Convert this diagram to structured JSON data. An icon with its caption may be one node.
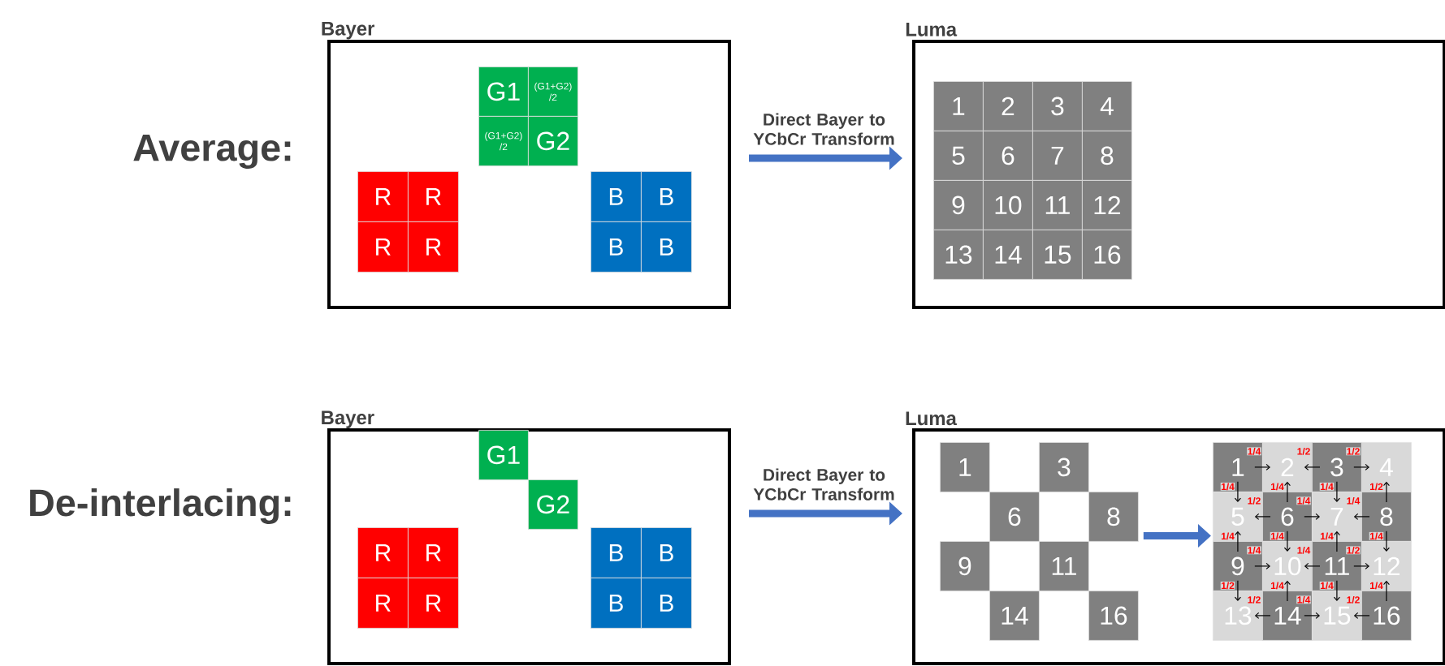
{
  "diagram": {
    "nodes": [
      {
        "text": [
          "Bayer"
        ]
      },
      {
        "text": [
          "G1"
        ],
        "in": 0
      },
      {
        "text": [
          "(G1+G2) /2"
        ],
        "in": 0
      },
      {
        "text": [
          "(G1+G2) /2"
        ],
        "in": 0
      },
      {
        "text": [
          "G2"
        ],
        "in": 0
      },
      {
        "text": [
          "R"
        ],
        "in": 0
      },
      {
        "text": [
          "R"
        ],
        "in": 0
      },
      {
        "text": [
          "R"
        ],
        "in": 0
      },
      {
        "text": [
          "R"
        ],
        "in": 0
      },
      {
        "text": [
          "B"
        ],
        "in": 0
      },
      {
        "text": [
          "B"
        ],
        "in": 0
      },
      {
        "text": [
          "B"
        ],
        "in": 0
      },
      {
        "text": [
          "B"
        ],
        "in": 0
      },
      {
        "text": [
          "Luma"
        ]
      },
      {
        "text": [
          "1"
        ],
        "in": 13
      },
      {
        "text": [
          "2"
        ],
        "in": 13
      },
      {
        "text": [
          "3"
        ],
        "in": 13
      },
      {
        "text": [
          "4"
        ],
        "in": 13
      },
      {
        "text": [
          "5"
        ],
        "in": 13
      },
      {
        "text": [
          "6"
        ],
        "in": 13
      },
      {
        "text": [
          "7"
        ],
        "in": 13
      },
      {
        "text": [
          "8"
        ],
        "in": 13
      },
      {
        "text": [
          "9"
        ],
        "in": 13
      },
      {
        "text": [
          "10"
        ],
        "in": 13
      },
      {
        "text": [
          "11"
        ],
        "in": 13
      },
      {
        "text": [
          "12"
        ],
        "in": 13
      },
      {
        "text": [
          "13"
        ],
        "in": 13
      },
      {
        "text": [
          "14"
        ],
        "in": 13
      },
      {
        "text": [
          "15"
        ],
        "in": 13
      },
      {
        "text": [
          "16"
        ],
        "in": 13
      },
      {
        "text": [
          "Bayer"
        ]
      },
      {
        "text": [
          "G1"
        ],
        "in": 30
      },
      {
        "text": [
          "G2"
        ],
        "in": 30
      },
      {
        "text": [
          "R"
        ],
        "in": 30
      },
      {
        "text": [
          "R"
        ],
        "in": 30
      },
      {
        "text": [
          "R"
        ],
        "in": 30
      },
      {
        "text": [
          "R"
        ],
        "in": 30
      },
      {
        "text": [
          "B"
        ],
        "in": 30
      },
      {
        "text": [
          "B"
        ],
        "in": 30
      },
      {
        "text": [
          "B"
        ],
        "in": 30
      },
      {
        "text": [
          "B"
        ],
        "in": 30
      },
      {
        "text": [
          "Luma"
        ]
      },
      {
        "text": [
          "1"
        ],
        "in": 41
      },
      {
        "text": [
          "3"
        ],
        "in": 41
      },
      {
        "text": [
          "6"
        ],
        "in": 41
      },
      {
        "text": [
          "8"
        ],
        "in": 41
      },
      {
        "text": [
          "9"
        ],
        "in": 41
      },
      {
        "text": [
          "11"
        ],
        "in": 41
      },
      {
        "text": [
          "14"
        ],
        "in": 41
      },
      {
        "text": [
          "16"
        ],
        "in": 41
      },
      {
        "text": [
          "1"
        ],
        "in": 41
      },
      {
        "text": [
          "2"
        ],
        "in": 41
      },
      {
        "text": [
          "3"
        ],
        "in": 41
      },
      {
        "text": [
          "4"
        ],
        "in": 41
      },
      {
        "text": [
          "5"
        ],
        "in": 41
      },
      {
        "text": [
          "6"
        ],
        "in": 41
      },
      {
        "text": [
          "7"
        ],
        "in": 41
      },
      {
        "text": [
          "8"
        ],
        "in": 41
      },
      {
        "text": [
          "9"
        ],
        "in": 41
      },
      {
        "text": [
          "10"
        ],
        "in": 41
      },
      {
        "text": [
          "11"
        ],
        "in": 41
      },
      {
        "text": [
          "12"
        ],
        "in": 41
      },
      {
        "text": [
          "13"
        ],
        "in": 41
      },
      {
        "text": [
          "14"
        ],
        "in": 41
      },
      {
        "text": [
          "15"
        ],
        "in": 41
      },
      {
        "text": [
          "16"
        ],
        "in": 41
      }
    ],
    "edges": [
      {
        "from": 0,
        "to": 13,
        "arrow": "to",
        "label": "Direct Bayer to YCbCr Transform",
        "style": "thick",
        "color": "#4472c4"
      },
      {
        "from": 30,
        "to": 41,
        "arrow": "to",
        "label": "Direct Bayer to YCbCr Transform",
        "style": "thick",
        "color": "#4472c4"
      },
      {
        "from": 45,
        "to": 54,
        "arrow": "to",
        "style": "thick",
        "color": "#4472c4"
      },
      {
        "from": 50,
        "to": 51,
        "arrow": "to",
        "label": "1/4"
      },
      {
        "from": 52,
        "to": 51,
        "arrow": "to",
        "label": "1/2"
      },
      {
        "from": 52,
        "to": 53,
        "arrow": "to",
        "label": "1/2"
      },
      {
        "from": 50,
        "to": 54,
        "arrow": "to",
        "label": "1/4"
      },
      {
        "from": 55,
        "to": 51,
        "arrow": "to",
        "label": "1/4"
      },
      {
        "from": 52,
        "to": 56,
        "arrow": "to",
        "label": "1/4"
      },
      {
        "from": 57,
        "to": 53,
        "arrow": "to",
        "label": "1/2"
      },
      {
        "from": 55,
        "to": 54,
        "arrow": "to",
        "label": "1/2"
      },
      {
        "from": 55,
        "to": 56,
        "arrow": "to",
        "label": "1/4"
      },
      {
        "from": 57,
        "to": 56,
        "arrow": "to",
        "label": "1/4"
      },
      {
        "from": 58,
        "to": 54,
        "arrow": "to",
        "label": "1/4"
      },
      {
        "from": 55,
        "to": 59,
        "arrow": "to",
        "label": "1/4"
      },
      {
        "from": 60,
        "to": 56,
        "arrow": "to",
        "label": "1/4"
      },
      {
        "from": 57,
        "to": 61,
        "arrow": "to",
        "label": "1/4"
      },
      {
        "from": 58,
        "to": 59,
        "arrow": "to",
        "label": "1/4"
      },
      {
        "from": 60,
        "to": 59,
        "arrow": "to",
        "label": "1/4"
      },
      {
        "from": 60,
        "to": 61,
        "arrow": "to",
        "label": "1/2"
      },
      {
        "from": 58,
        "to": 62,
        "arrow": "to",
        "label": "1/2"
      },
      {
        "from": 63,
        "to": 59,
        "arrow": "to",
        "label": "1/4"
      },
      {
        "from": 60,
        "to": 64,
        "arrow": "to",
        "label": "1/4"
      },
      {
        "from": 65,
        "to": 61,
        "arrow": "to",
        "label": "1/4"
      },
      {
        "from": 63,
        "to": 62,
        "arrow": "to",
        "label": "1/2"
      },
      {
        "from": 63,
        "to": 64,
        "arrow": "to",
        "label": "1/4"
      },
      {
        "from": 65,
        "to": 64,
        "arrow": "to",
        "label": "1/2"
      }
    ],
    "labels": [
      "Average:",
      "De-interlacing:"
    ]
  }
}
